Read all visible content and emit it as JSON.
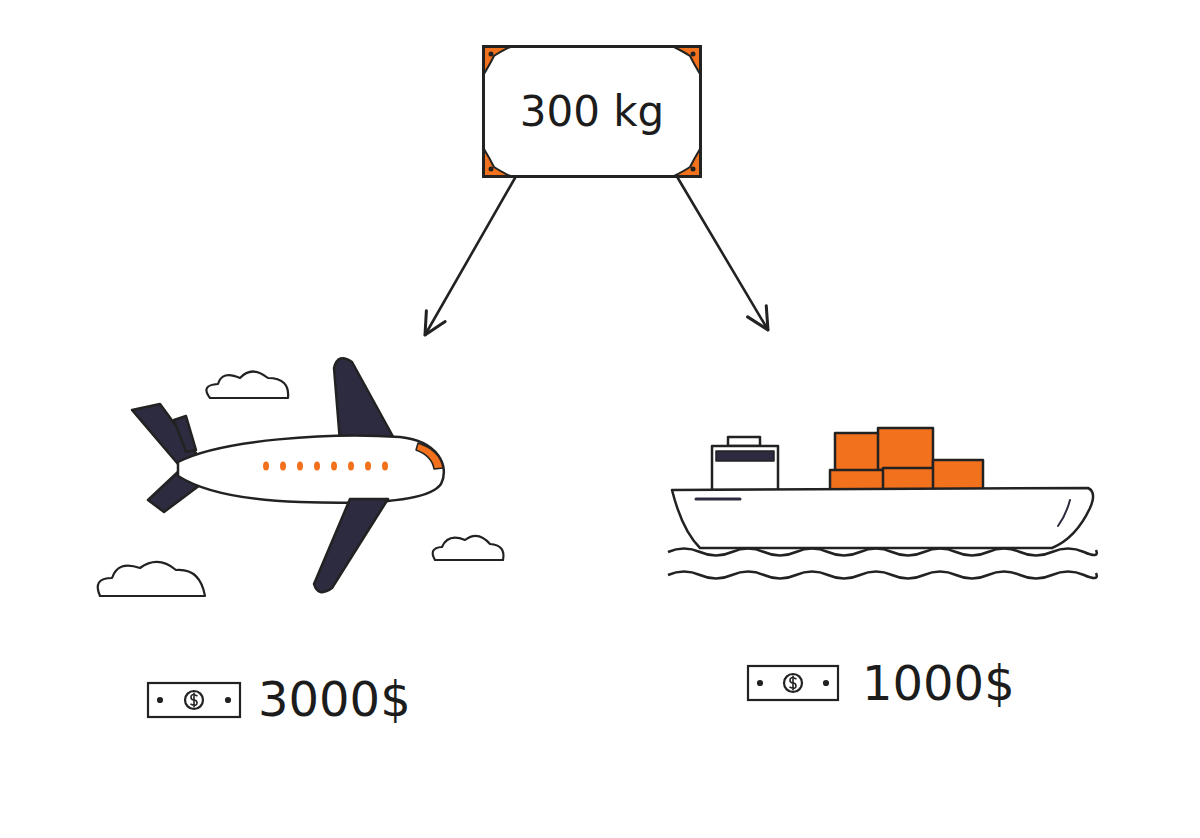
{
  "diagram": {
    "nodes": [
      {
        "text": [
          "300 kg"
        ]
      },
      {
        "text": [
          "3000$"
        ]
      },
      {
        "text": [
          "1000$"
        ]
      }
    ],
    "edges": [
      {
        "from": 0,
        "to": 1,
        "arrow": "to"
      },
      {
        "from": 0,
        "to": 2,
        "arrow": "to"
      }
    ]
  }
}
